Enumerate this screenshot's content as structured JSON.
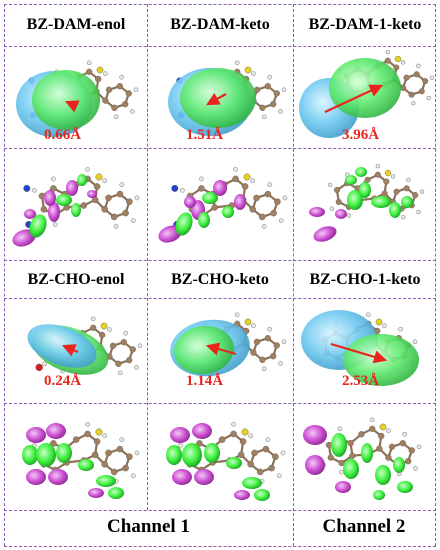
{
  "rows": [
    {
      "titles": [
        "BZ-DAM-enol",
        "BZ-DAM-keto",
        "BZ-DAM-1-keto"
      ],
      "distances": [
        "0.66Å",
        "1.51Å",
        "3.96Å"
      ]
    },
    {
      "titles": [
        "BZ-CHO-enol",
        "BZ-CHO-keto",
        "BZ-CHO-1-keto"
      ],
      "distances": [
        "0.24Å",
        "1.14Å",
        "2.53Å"
      ]
    }
  ],
  "channels": [
    "Channel 1",
    "Channel 2"
  ],
  "colors": {
    "density_positive": "#3cef3c",
    "density_negative": "#c94ccf",
    "ellipsoid_cyan": "#6ec8f0",
    "ellipsoid_green": "#5eea6e",
    "arrow": "#e8241c",
    "divider": "#8a5bb0",
    "atom_carbon": "#a08060",
    "atom_hydrogen": "#e8e8e8",
    "atom_nitrogen": "#2244cc",
    "atom_oxygen": "#d02020",
    "atom_sulfur": "#e8d020"
  }
}
